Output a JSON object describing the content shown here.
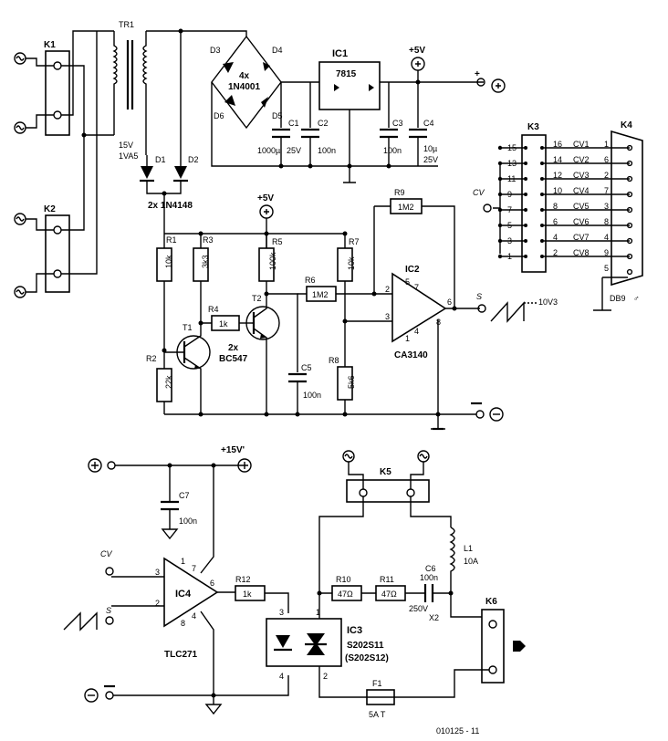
{
  "connectors": {
    "k1": "K1",
    "k2": "K2",
    "k3": "K3",
    "k4": "K4",
    "k5": "K5",
    "k6": "K6"
  },
  "transformer": {
    "name": "TR1",
    "rating": [
      "15V",
      "1VA5"
    ]
  },
  "bridge": {
    "d3": "D3",
    "d4": "D4",
    "d5": "D5",
    "d6": "D6",
    "part": [
      "4x",
      "1N4001"
    ]
  },
  "regulator": {
    "name": "IC1",
    "part": "7815"
  },
  "diodes": {
    "d1": "D1",
    "d2": "D2",
    "part": "2x 1N4148"
  },
  "capacitors": {
    "c1": [
      "C1",
      "1000µ",
      "25V"
    ],
    "c2": [
      "C2",
      "100n"
    ],
    "c3": [
      "C3",
      "100n"
    ],
    "c4": [
      "C4",
      "10µ",
      "25V"
    ],
    "c5": [
      "C5",
      "100n"
    ],
    "c6": [
      "C6",
      "100n",
      "250V",
      "X2"
    ],
    "c7": [
      "C7",
      "100n"
    ]
  },
  "resistors": {
    "r1": [
      "R1",
      "10k"
    ],
    "r2": [
      "R2",
      "22k"
    ],
    "r3": [
      "R3",
      "3k3"
    ],
    "r4": [
      "R4",
      "1k"
    ],
    "r5": [
      "R5",
      "100k"
    ],
    "r6": [
      "R6",
      "1M2"
    ],
    "r7": [
      "R7",
      "10k"
    ],
    "r8": [
      "R8",
      "5k6"
    ],
    "r9": [
      "R9",
      "1M2"
    ],
    "r10": [
      "R10",
      "47Ω"
    ],
    "r11": [
      "R11",
      "47Ω"
    ],
    "r12": [
      "R12",
      "1k"
    ]
  },
  "transistors": {
    "t1": "T1",
    "t2": "T2",
    "part": [
      "2x",
      "BC547"
    ]
  },
  "ic2": {
    "name": "IC2",
    "part": "CA3140",
    "pins": [
      "2",
      "3",
      "6",
      "5",
      "7",
      "8",
      "4",
      "1"
    ]
  },
  "ic3": {
    "name": "IC3",
    "part": [
      "S202S11",
      "(S202S12)"
    ],
    "pins": [
      "1",
      "2",
      "3",
      "4"
    ]
  },
  "ic4": {
    "name": "IC4",
    "part": "TLC271",
    "pins": [
      "1",
      "7",
      "3",
      "2",
      "6",
      "4",
      "8"
    ]
  },
  "inductor": {
    "name": "L1",
    "rating": "10A"
  },
  "fuse": {
    "name": "F1",
    "rating": "5A T"
  },
  "supply": {
    "v5_top": "+5V",
    "v5_mid": "+5V",
    "v15": "+15V'",
    "plus": "+",
    "minus": "−"
  },
  "signals": {
    "s": "S",
    "cv": "CV",
    "cv_ic4": "CV",
    "s_ic4": "S",
    "voltage": "10V3"
  },
  "k3_pins_left": [
    "15",
    "13",
    "11",
    "9",
    "7",
    "5",
    "3",
    "1"
  ],
  "k3_pins_right": [
    "16",
    "14",
    "12",
    "10",
    "8",
    "6",
    "4",
    "2"
  ],
  "cv_lines": [
    "CV1",
    "CV2",
    "CV3",
    "CV4",
    "CV5",
    "CV6",
    "CV7",
    "CV8"
  ],
  "db9_pins": [
    "1",
    "6",
    "2",
    "7",
    "3",
    "8",
    "4",
    "9",
    "5"
  ],
  "db9": {
    "name": "DB9",
    "gender": "♂"
  },
  "figure_id": "010125 - 11"
}
